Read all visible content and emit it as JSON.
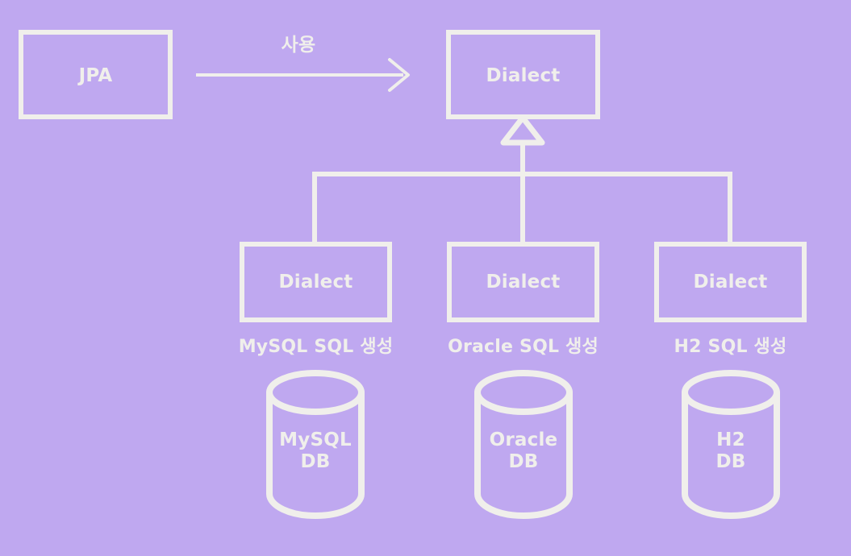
{
  "diagram": {
    "title": "JPA Dialect inheritance diagram",
    "background_color": "#bfa8f0",
    "stroke_color": "#f0efeb",
    "text_color": "#f0efeb",
    "nodes": {
      "jpa": {
        "label": "JPA"
      },
      "dialect_root": {
        "label": "Dialect"
      },
      "dialect_mysql": {
        "label": "Dialect"
      },
      "dialect_oracle": {
        "label": "Dialect"
      },
      "dialect_h2": {
        "label": "Dialect"
      }
    },
    "edges": {
      "uses": {
        "label": "사용"
      }
    },
    "captions": {
      "mysql": "MySQL SQL 생성",
      "oracle": "Oracle SQL 생성",
      "h2": "H2 SQL 생성"
    },
    "databases": {
      "mysql": {
        "label": "MySQL\nDB"
      },
      "oracle": {
        "label": "Oracle\nDB"
      },
      "h2": {
        "label": "H2\nDB"
      }
    }
  }
}
